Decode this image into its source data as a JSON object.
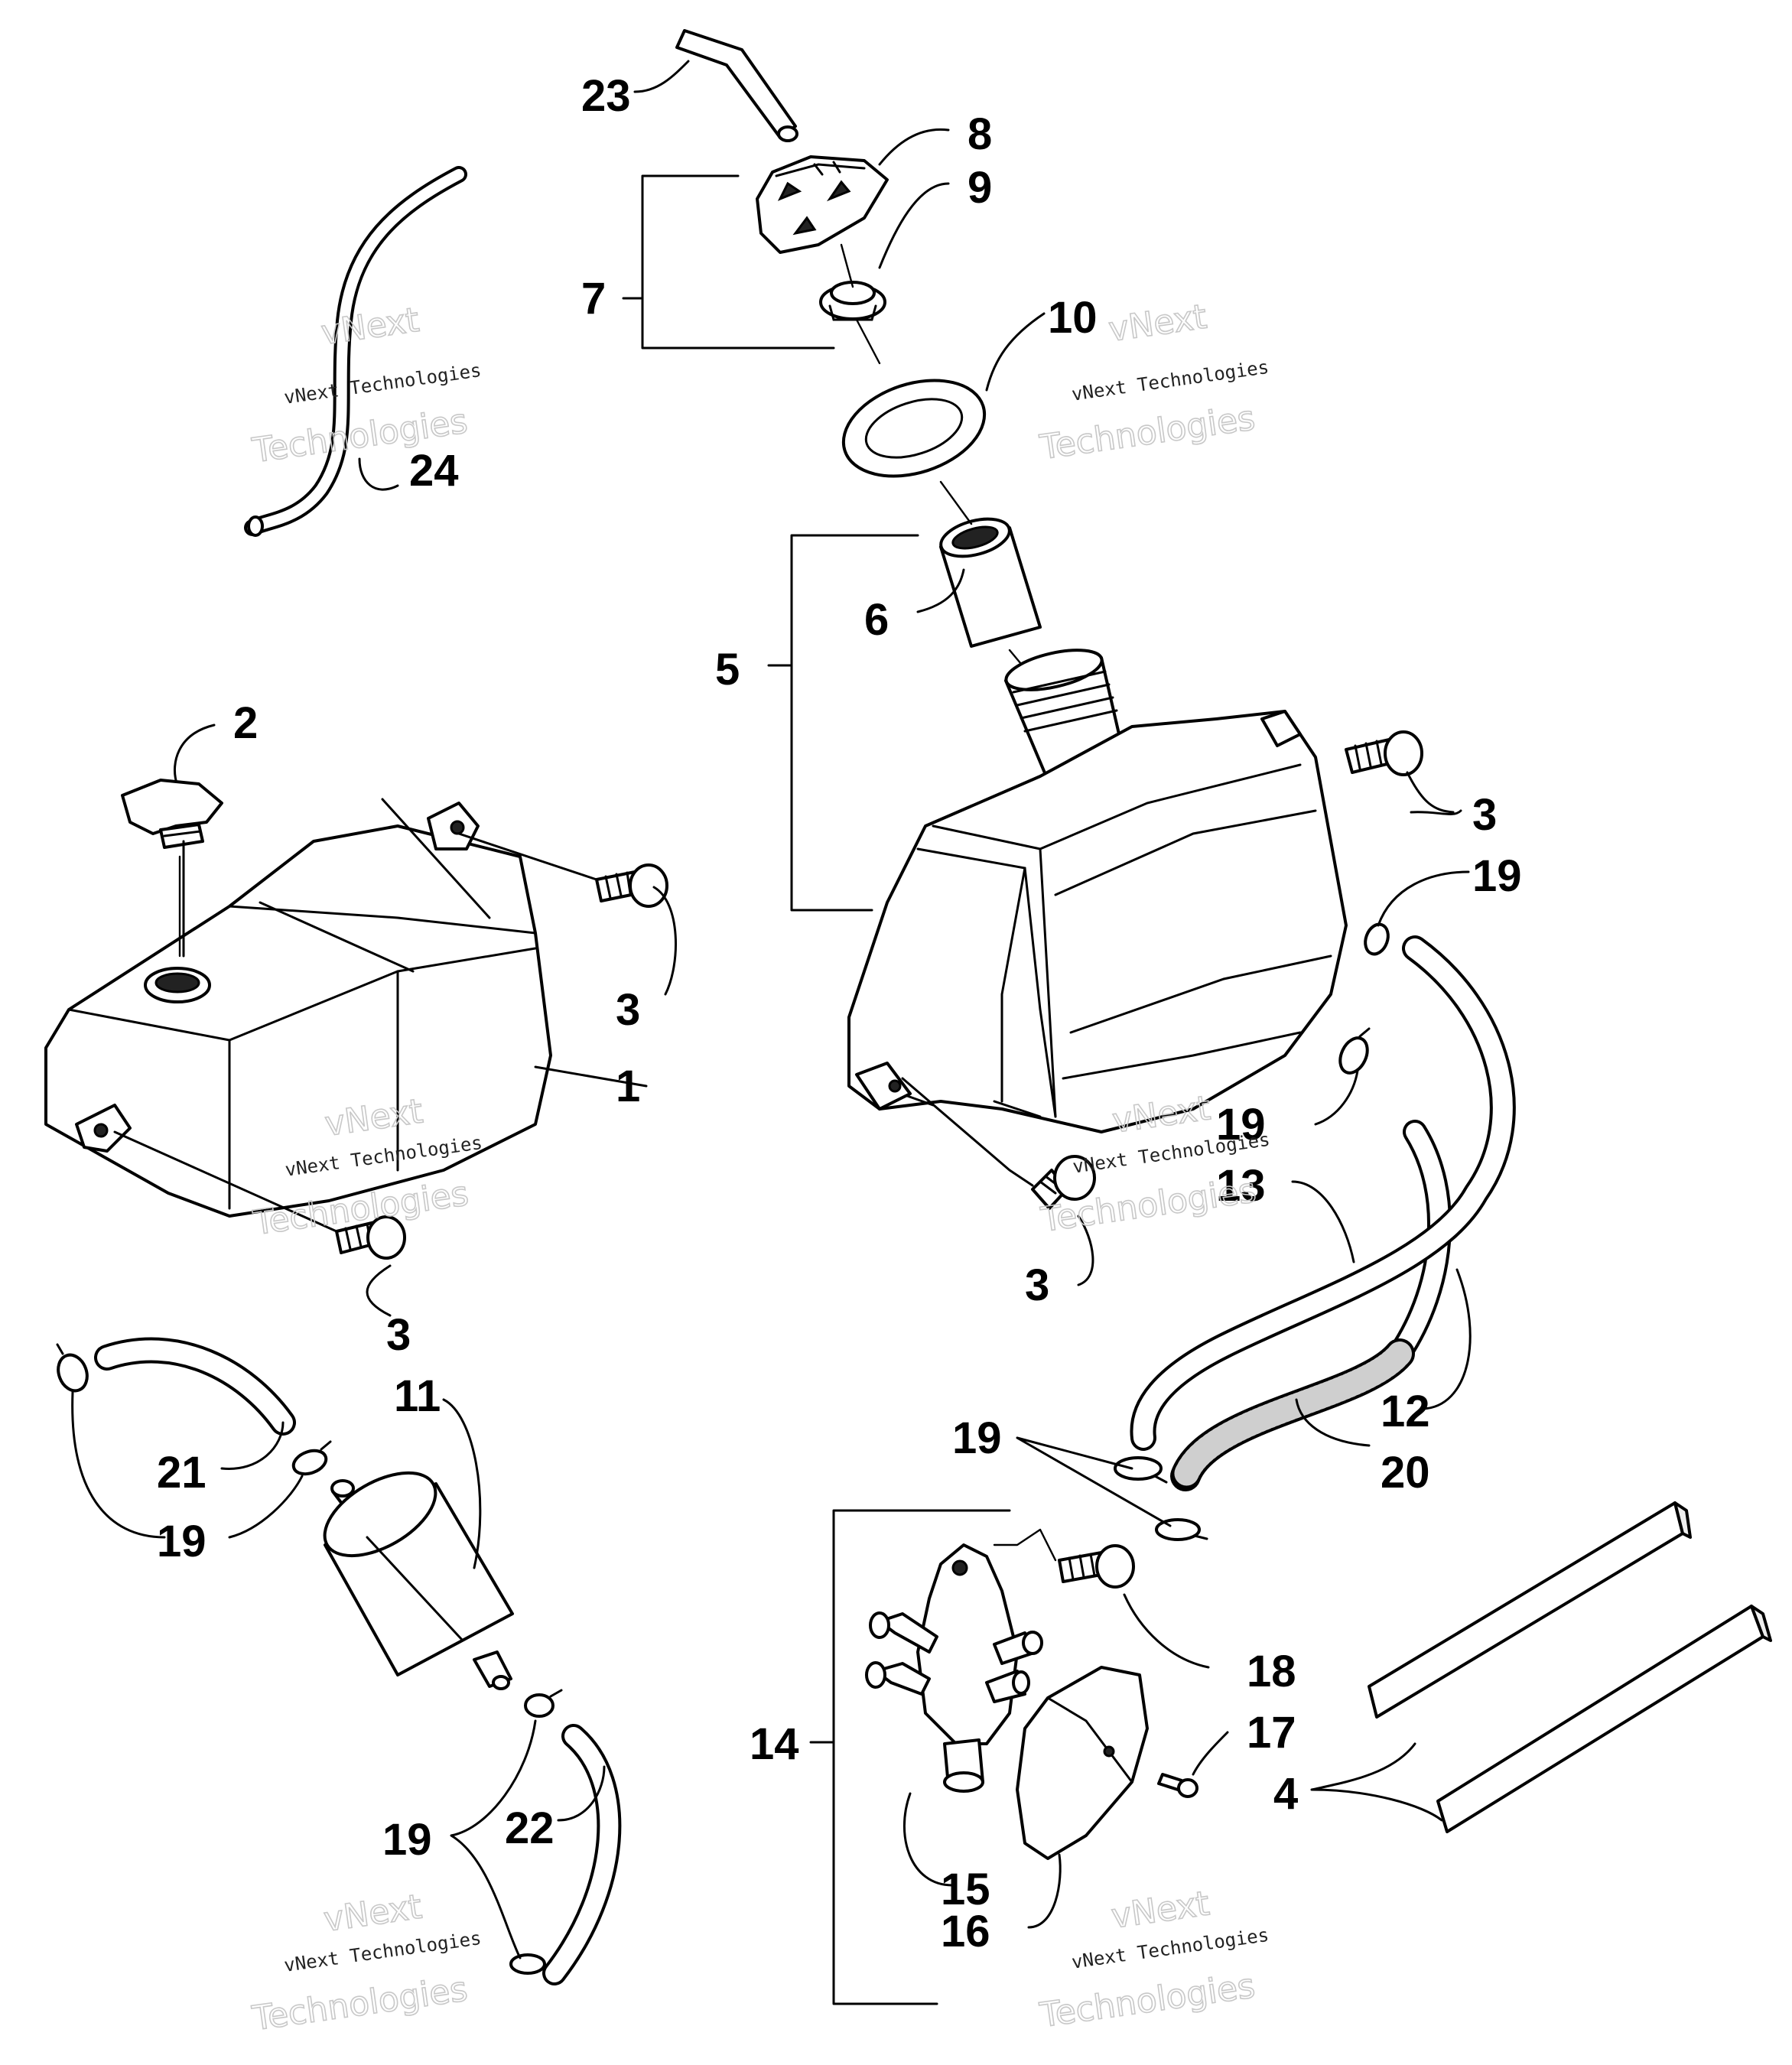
{
  "callouts": {
    "c1": "1",
    "c2": "2",
    "c3a": "3",
    "c3b": "3",
    "c3c": "3",
    "c3d": "3",
    "c4": "4",
    "c5": "5",
    "c6": "6",
    "c7": "7",
    "c8": "8",
    "c9": "9",
    "c10": "10",
    "c11": "11",
    "c12": "12",
    "c13": "13",
    "c14": "14",
    "c15": "15",
    "c16": "16",
    "c17": "17",
    "c18": "18",
    "c19a": "19",
    "c19b": "19",
    "c19c": "19",
    "c19d": "19",
    "c19e": "19",
    "c20": "20",
    "c21": "21",
    "c22": "22",
    "c23": "23",
    "c24": "24"
  },
  "watermark": {
    "line1": "vNext",
    "line2": "vNext Technologies",
    "line3": "Technologies"
  }
}
